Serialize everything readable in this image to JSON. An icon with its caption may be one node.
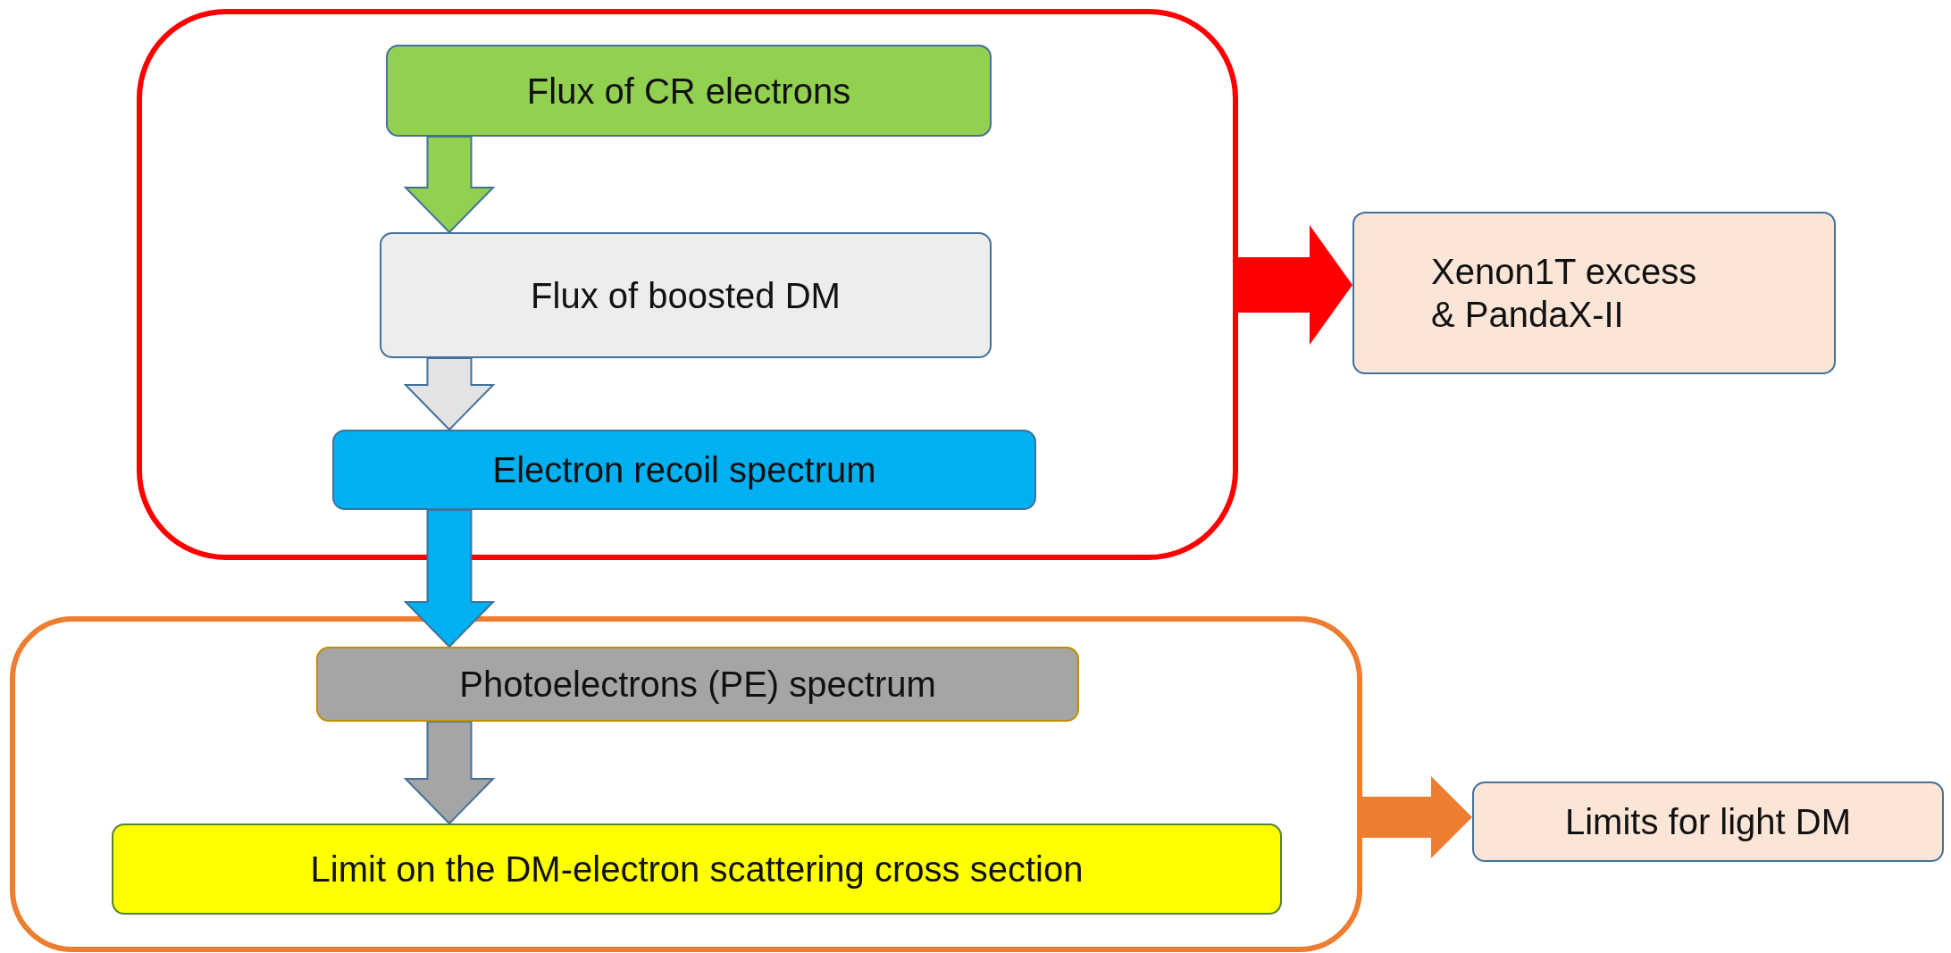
{
  "diagram": {
    "nodes": [
      {
        "text": [],
        "shape": "box"
      },
      {
        "text": [
          "Flux of CR electrons"
        ],
        "in": 0
      },
      {
        "text": [
          "Flux of boosted DM"
        ],
        "in": 0
      },
      {
        "text": [
          "Electron recoil spectrum"
        ],
        "in": 0
      },
      {
        "text": [
          "Xenon1T excess & PandaX-II"
        ]
      },
      {
        "text": [],
        "shape": "box"
      },
      {
        "text": [
          "Photoelectrons (PE) spectrum"
        ],
        "in": 5
      },
      {
        "text": [
          "Limit on the DM-electron scattering cross section"
        ],
        "in": 5
      },
      {
        "text": [
          "Limits for light DM"
        ]
      }
    ],
    "edges": [
      {
        "from": 1,
        "to": 2,
        "arrow": "to",
        "style": "thick",
        "color": "#92d050"
      },
      {
        "from": 2,
        "to": 3,
        "arrow": "to",
        "style": "thick",
        "color": "#e3e3e3"
      },
      {
        "from": 3,
        "to": 6,
        "arrow": "to",
        "style": "thick",
        "color": "#00b0f0"
      },
      {
        "from": 6,
        "to": 7,
        "arrow": "to",
        "style": "thick",
        "color": "#a5a5a5"
      },
      {
        "from": 0,
        "to": 4,
        "arrow": "to",
        "style": "thick",
        "color": "#ff0000"
      },
      {
        "from": 5,
        "to": 8,
        "arrow": "to",
        "style": "thick",
        "color": "#ed7d31"
      }
    ]
  }
}
